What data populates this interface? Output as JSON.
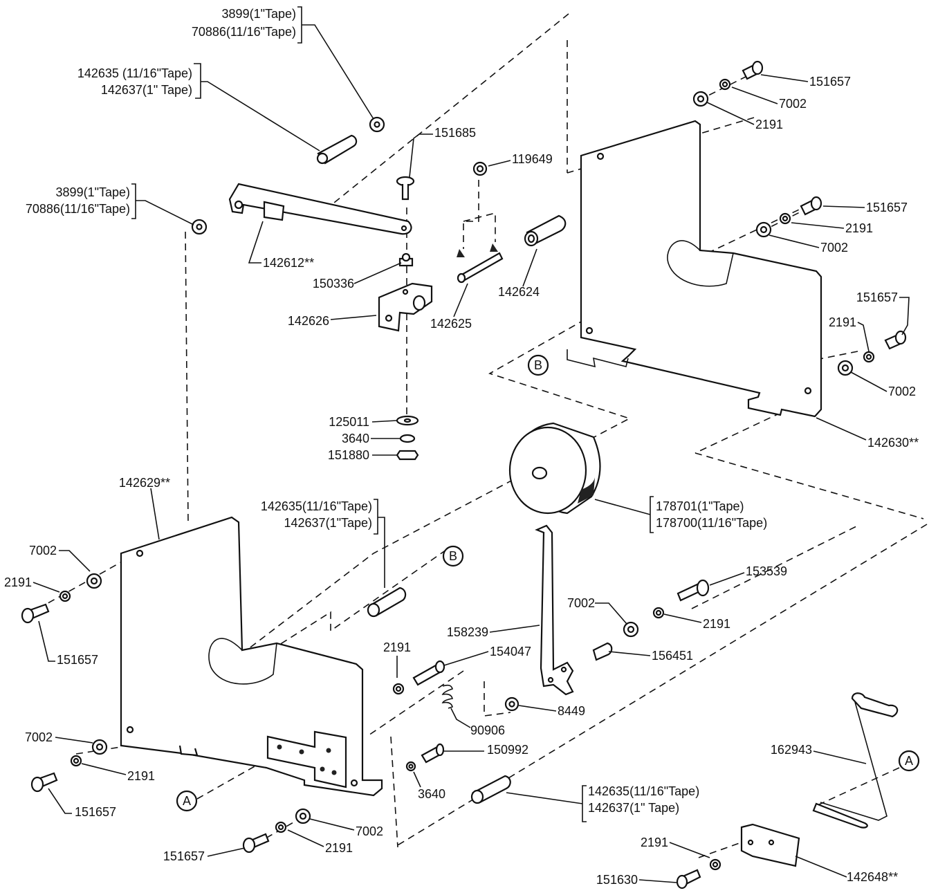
{
  "labels": {
    "l_3899_top": "3899(1\"Tape)",
    "l_70886_top": "70886(11/16\"Tape)",
    "l_142635_top": "142635 (11/16\"Tape)",
    "l_142637_top": "142637(1\" Tape)",
    "l_151685": "151685",
    "l_119649": "119649",
    "l_151657_a": "151657",
    "l_7002_a": "7002",
    "l_2191_a": "2191",
    "l_3899_mid": "3899(1\"Tape)",
    "l_70886_mid": "70886(11/16\"Tape)",
    "l_142612": "142612**",
    "l_150336": "150336",
    "l_142624": "142624",
    "l_142626": "142626",
    "l_142625": "142625",
    "l_151657_b": "151657",
    "l_2191_b": "2191",
    "l_7002_b": "7002",
    "l_151657_c": "151657",
    "l_2191_c": "2191",
    "l_7002_c": "7002",
    "l_B_top": "B",
    "l_142630": "142630**",
    "l_125011": "125011",
    "l_3640_a": "3640",
    "l_151880": "151880",
    "l_142629": "142629**",
    "l_142635_mid": "142635(11/16\"Tape)",
    "l_142637_mid": "142637(1\"Tape)",
    "l_178701": "178701(1\"Tape)",
    "l_178700": "178700(11/16\"Tape)",
    "l_B_mid": "B",
    "l_7002_d": "7002",
    "l_2191_d": "2191",
    "l_151657_d": "151657",
    "l_153539": "153539",
    "l_7002_e": "7002",
    "l_2191_e": "2191",
    "l_158239": "158239",
    "l_154047": "154047",
    "l_2191_f": "2191",
    "l_156451": "156451",
    "l_90906": "90906",
    "l_8449": "8449",
    "l_7002_f": "7002",
    "l_2191_g": "2191",
    "l_151657_e": "151657",
    "l_150992": "150992",
    "l_3640_b": "3640",
    "l_A_left": "A",
    "l_142635_bot": "142635(11/16\"Tape)",
    "l_142637_bot": "142637(1\" Tape)",
    "l_162943": "162943",
    "l_A_right": "A",
    "l_7002_g": "7002",
    "l_2191_h": "2191",
    "l_151657_f": "151657",
    "l_2191_i": "2191",
    "l_151630": "151630",
    "l_142648": "142648**"
  }
}
